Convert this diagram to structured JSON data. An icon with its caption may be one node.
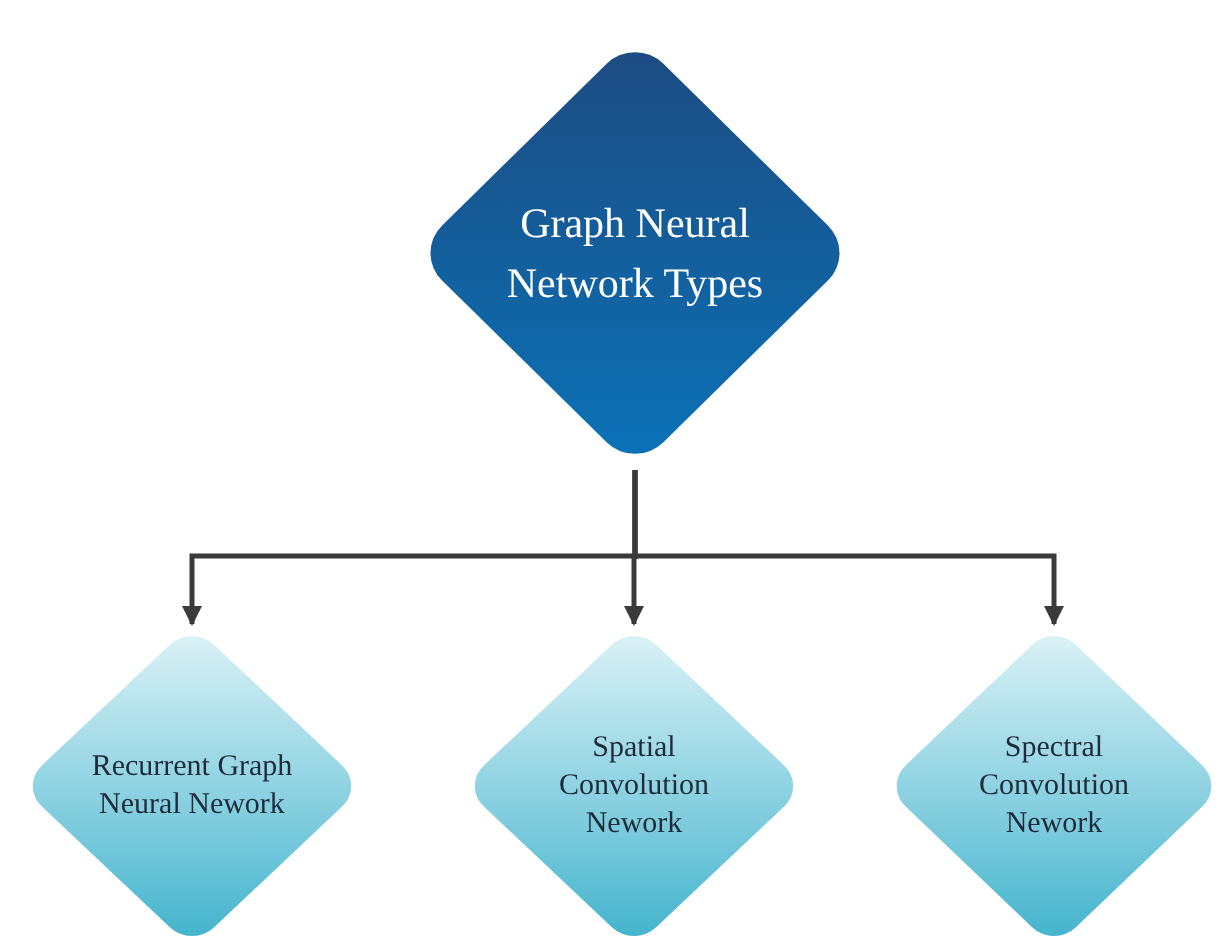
{
  "diagram": {
    "nodes": [
      {
        "text": [
          "Graph Neural Network Types"
        ]
      },
      {
        "text": [
          "Recurrent Graph Neural Nework"
        ]
      },
      {
        "text": [
          "Spatial Convolution Nework"
        ]
      },
      {
        "text": [
          "Spectral Convolution Nework"
        ]
      }
    ],
    "edges": [
      {
        "from": 0,
        "to": 1,
        "arrow": "to"
      },
      {
        "from": 0,
        "to": 2,
        "arrow": "to"
      },
      {
        "from": 0,
        "to": 3,
        "arrow": "to"
      }
    ]
  }
}
